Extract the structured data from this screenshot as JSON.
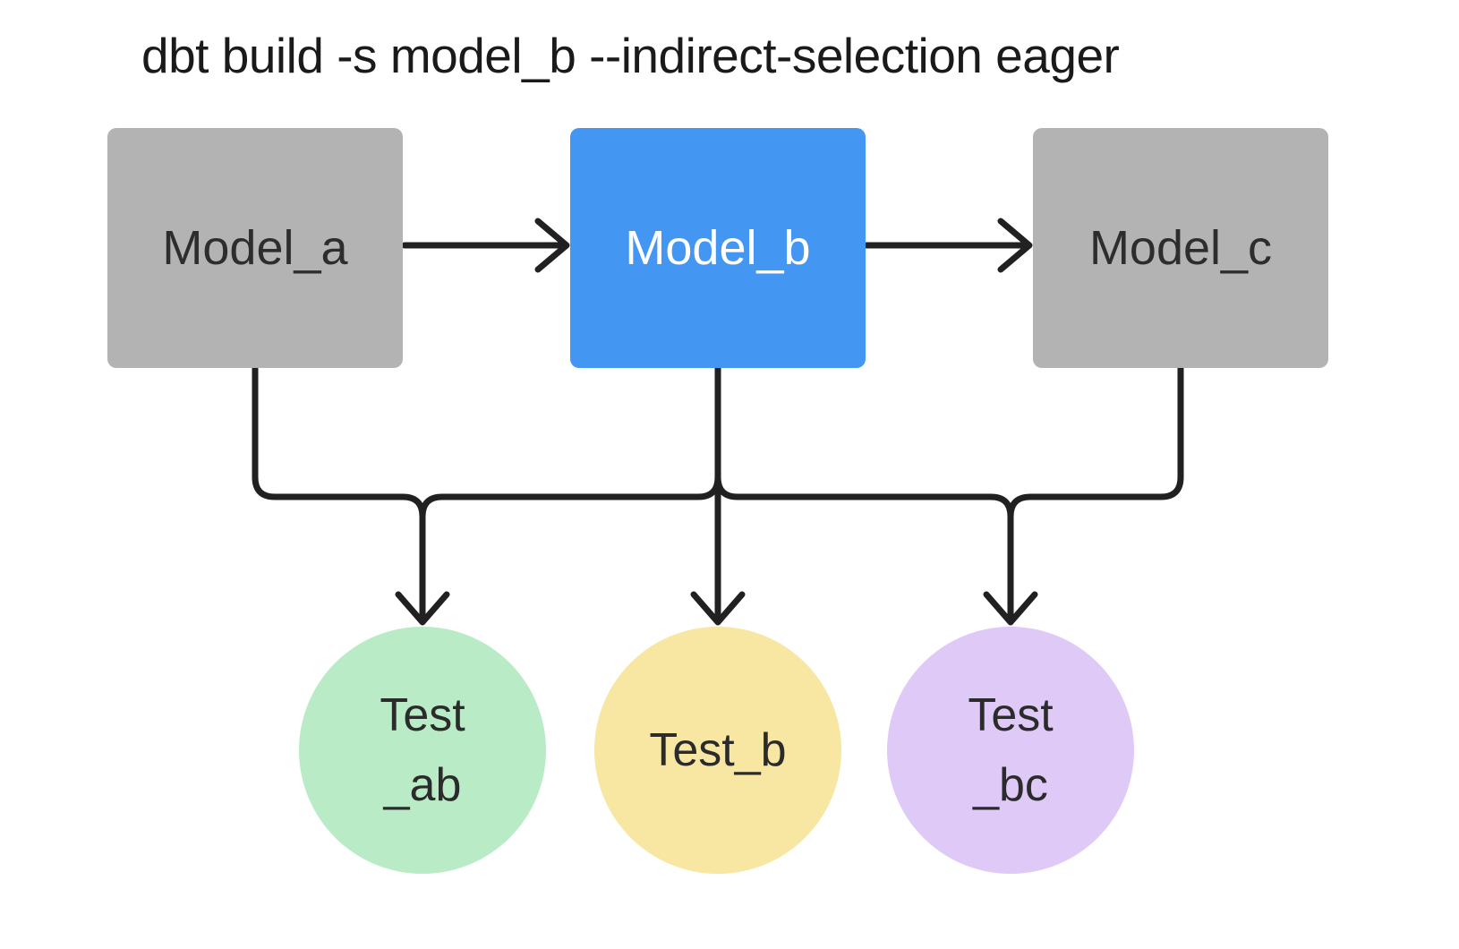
{
  "diagram": {
    "title": "dbt build -s model_b --indirect-selection eager",
    "line_color": "#212121",
    "models": [
      {
        "id": "model_a",
        "label": "Model_a",
        "fill": "#b3b3b3",
        "text_color": "#2d2d2d"
      },
      {
        "id": "model_b",
        "label": "Model_b",
        "fill": "#4496f3",
        "text_color": "#ffffff"
      },
      {
        "id": "model_c",
        "label": "Model_c",
        "fill": "#b3b3b3",
        "text_color": "#2d2d2d"
      }
    ],
    "tests": [
      {
        "id": "test_ab",
        "lines": [
          "Test",
          "_ab"
        ],
        "fill": "#b9ecc6"
      },
      {
        "id": "test_b",
        "lines": [
          "Test_b"
        ],
        "fill": "#f8e6a3"
      },
      {
        "id": "test_bc",
        "lines": [
          "Test",
          "_bc"
        ],
        "fill": "#dfcaf7"
      }
    ],
    "edges": [
      "model_a -> model_b",
      "model_b -> model_c",
      "model_a -> test_ab",
      "model_b -> test_ab",
      "model_b -> test_b",
      "model_b -> test_bc",
      "model_c -> test_bc"
    ]
  }
}
